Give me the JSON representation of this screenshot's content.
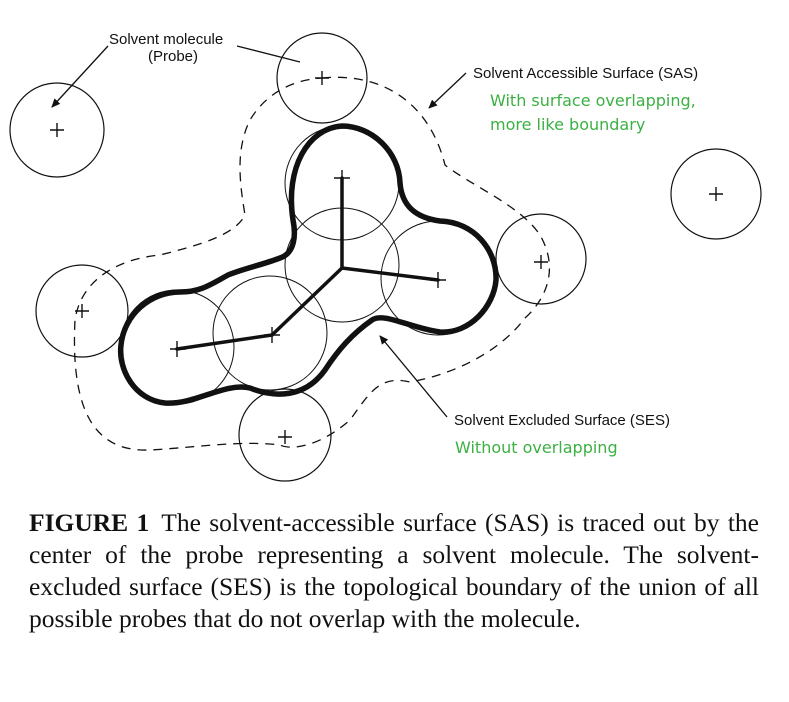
{
  "labels": {
    "probe_line1": "Solvent molecule",
    "probe_line2": "(Probe)",
    "sas": "Solvent Accessible Surface (SAS)",
    "ses": "Solvent Excluded Surface (SES)"
  },
  "notes": {
    "sas_line1": "With surface overlapping,",
    "sas_line2": "more like boundary",
    "ses": "Without overlapping"
  },
  "caption": {
    "lead": "FIGURE 1",
    "text": "The solvent-accessible surface (SAS) is traced out by the center of the probe representing a solvent molecule. The solvent-excluded surface (SES) is the topological boundary of the union of all possible probes that do not overlap with the molecule."
  },
  "colors": {
    "note_green": "#3cb043",
    "ink": "#111111"
  }
}
